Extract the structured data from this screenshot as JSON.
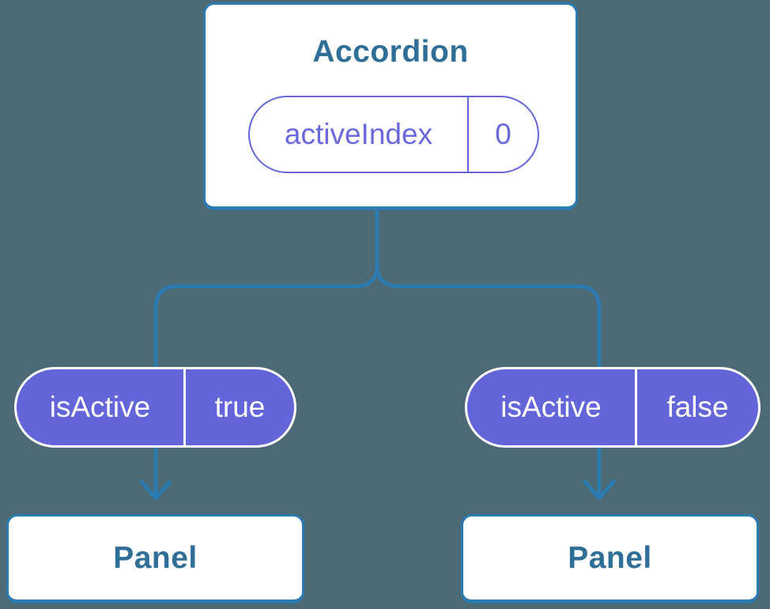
{
  "colors": {
    "background": "#4c6a74",
    "connector_blue": "#2b7ab0",
    "card_border_blue": "#2b7ab0",
    "heading_text_blue": "#2f6e96",
    "pill_fill_purple": "#6365d9",
    "pill_outline_purple": "#6466d9",
    "card_background": "#ffffff",
    "pill_text_white": "#ffffff"
  },
  "tree": {
    "root": {
      "title": "Accordion",
      "state": {
        "name": "activeIndex",
        "value": "0"
      }
    },
    "children": [
      {
        "prop": {
          "name": "isActive",
          "value": "true"
        },
        "title": "Panel"
      },
      {
        "prop": {
          "name": "isActive",
          "value": "false"
        },
        "title": "Panel"
      }
    ]
  }
}
